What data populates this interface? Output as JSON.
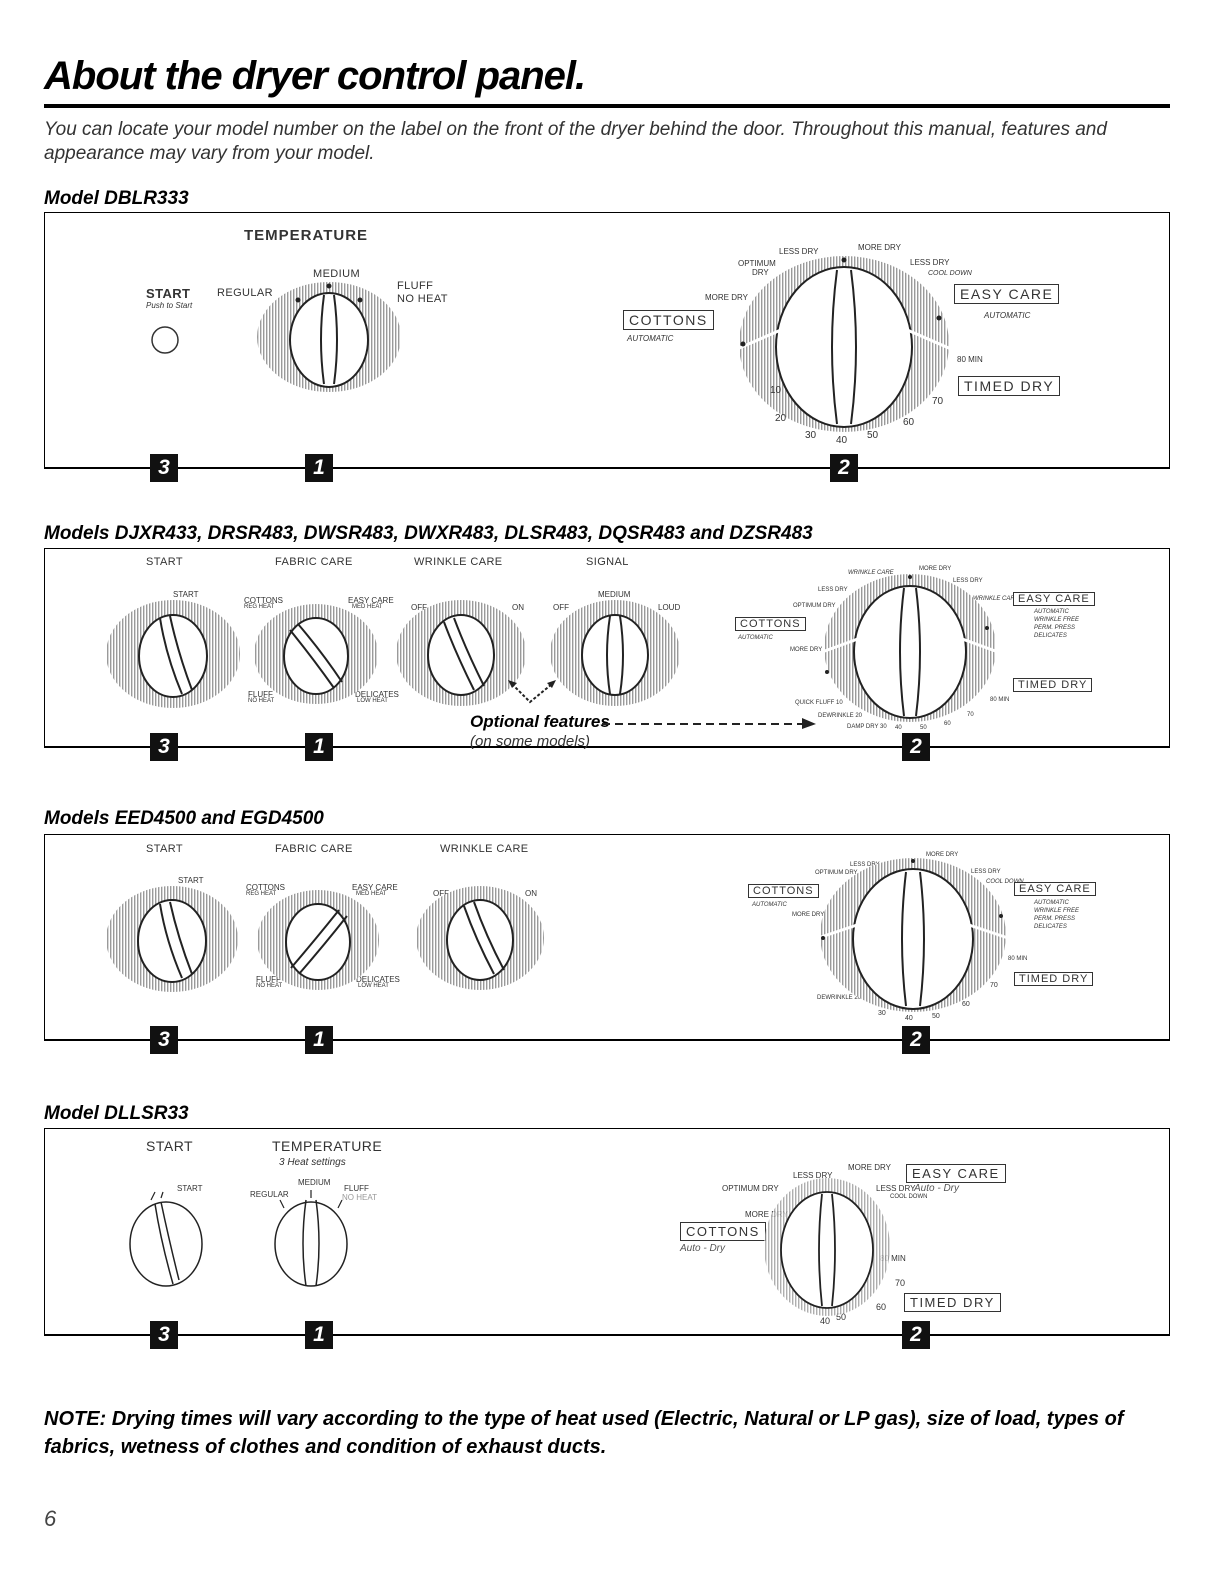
{
  "header": {
    "title": "About the dryer control panel.",
    "intro": "You can locate your model number on the label on the front of the dryer behind the door. Throughout this manual, features and appearance may vary from your model."
  },
  "badges": {
    "one": "1",
    "two": "2",
    "three": "3"
  },
  "model1": {
    "heading": "Model DBLR333",
    "temperature": "TEMPERATURE",
    "start": "START",
    "push_to_start": "Push to Start",
    "medium": "MEDIUM",
    "regular": "REGULAR",
    "fluff": "FLUFF",
    "no_heat": "NO HEAT",
    "less_dry_1": "LESS DRY",
    "more_dry_1": "MORE DRY",
    "optimum": "OPTIMUM",
    "dry": "DRY",
    "less_dry_2": "LESS DRY",
    "cool_down": "COOL DOWN",
    "more_dry_2": "MORE DRY",
    "easy_care": "EASY CARE",
    "automatic_ec": "AUTOMATIC",
    "cottons": "COTTONS",
    "automatic_c": "AUTOMATIC",
    "min80": "80 MIN",
    "timed_dry": "TIMED DRY",
    "t10": "10",
    "t20": "20",
    "t30": "30",
    "t40": "40",
    "t50": "50",
    "t60": "60",
    "t70": "70"
  },
  "model2": {
    "heading": "Models DJXR433, DRSR483, DWSR483, DWXR483, DLSR483, DQSR483 and DZSR483",
    "start": "START",
    "start_small": "START",
    "fabric_care": "FABRIC CARE",
    "wrinkle_care": "WRINKLE CARE",
    "signal": "SIGNAL",
    "cottons_reg": "COTTONS",
    "reg_heat": "REG HEAT",
    "easy_care": "EASY CARE",
    "med_heat": "MED HEAT",
    "fluff": "FLUFF",
    "no_heat": "NO HEAT",
    "delicates": "DELICATES",
    "low_heat": "LOW HEAT",
    "off1": "OFF",
    "on1": "ON",
    "off2": "OFF",
    "medium": "MEDIUM",
    "loud": "LOUD",
    "optional": "Optional features",
    "optional_sub": "(on some models)",
    "more_dry_top": "MORE DRY",
    "wrinkle_care_small": "WRINKLE CARE",
    "less_dry_r": "LESS DRY",
    "less_dry_l": "LESS DRY",
    "optimum_dry": "OPTIMUM DRY",
    "wrinkle_care_r": "WRINKLE CARE",
    "easy_care_box": "EASY CARE",
    "automatic_ec": "AUTOMATIC",
    "wrinkle_free": "WRINKLE FREE",
    "perm_press": "PERM. PRESS",
    "delicates_r": "DELICATES",
    "cottons_box": "COTTONS",
    "automatic_c": "AUTOMATIC",
    "more_dry_l": "MORE DRY",
    "quick_fluff": "QUICK FLUFF 10",
    "dewrinkle": "DEWRINKLE 20",
    "damp_dry": "DAMP DRY 30",
    "t40": "40",
    "t50": "50",
    "t60": "60",
    "t70": "70",
    "min80": "80 MIN",
    "timed_dry": "TIMED DRY"
  },
  "model3": {
    "heading": "Models EED4500 and EGD4500",
    "start": "START",
    "start_small": "START",
    "fabric_care": "FABRIC CARE",
    "wrinkle_care": "WRINKLE CARE",
    "cottons_reg": "COTTONS",
    "reg_heat": "REG HEAT",
    "easy_care": "EASY CARE",
    "med_heat": "MED HEAT",
    "fluff": "FLUFF",
    "no_heat": "NO HEAT",
    "delicates": "DELICATES",
    "low_heat": "LOW HEAT",
    "off": "OFF",
    "on": "ON",
    "more_dry_top": "MORE DRY",
    "less_dry_l": "LESS DRY",
    "less_dry_r": "LESS DRY",
    "optimum_dry": "OPTIMUM DRY",
    "cool_down": "COOL DOWN",
    "cottons_box": "COTTONS",
    "automatic_c": "AUTOMATIC",
    "more_dry_l": "MORE DRY",
    "easy_care_box": "EASY CARE",
    "automatic_ec": "AUTOMATIC",
    "wrinkle_free": "WRINKLE FREE",
    "perm_press": "PERM. PRESS",
    "delicates_r": "DELICATES",
    "min80": "80 MIN",
    "timed_dry": "TIMED DRY",
    "dewrinkle": "DEWRINKLE 20",
    "t30": "30",
    "t40": "40",
    "t50": "50",
    "t60": "60",
    "t70": "70"
  },
  "model4": {
    "heading": "Model DLLSR33",
    "start": "START",
    "start_small": "START",
    "temperature": "TEMPERATURE",
    "heat_settings": "3 Heat settings",
    "medium": "MEDIUM",
    "regular": "REGULAR",
    "fluff": "FLUFF",
    "no_heat": "NO HEAT",
    "less_dry_l": "LESS DRY",
    "more_dry_top": "MORE DRY",
    "easy_care_box": "EASY CARE",
    "optimum_dry": "OPTIMUM DRY",
    "less_dry_r": "LESS DRY",
    "auto_dry_ec": "Auto - Dry",
    "cool_down": "COOL DOWN",
    "more_dry_l": "MORE DRY",
    "cottons_box": "COTTONS",
    "auto_dry_c": "Auto - Dry",
    "min80": "80 MIN",
    "t70": "70",
    "t60": "60",
    "t50": "50",
    "t40": "40",
    "timed_dry": "TIMED DRY"
  },
  "note": "NOTE: Drying times will vary according to the type of heat used (Electric, Natural or LP gas), size of load, types of fabrics, wetness of clothes and condition of exhaust ducts.",
  "page_number": "6"
}
